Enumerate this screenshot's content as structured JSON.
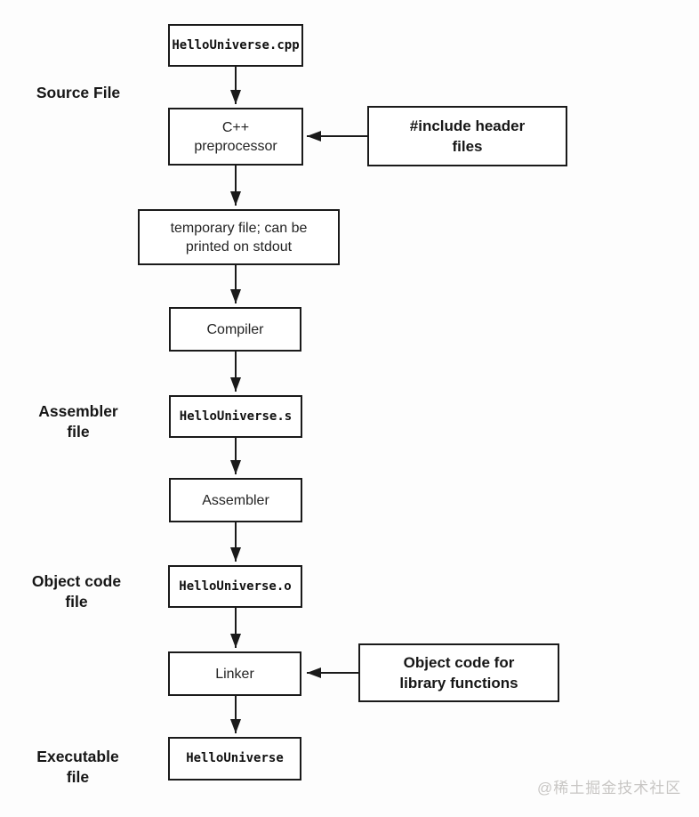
{
  "flowchart": {
    "nodes": {
      "source_cpp": {
        "lines": [
          "HelloUniverse.cpp"
        ]
      },
      "preprocessor": {
        "lines": [
          "C++",
          "preprocessor"
        ]
      },
      "include_headers": {
        "lines": [
          "#include header",
          "files"
        ]
      },
      "temp_file": {
        "lines": [
          "temporary file; can be",
          "printed on stdout"
        ]
      },
      "compiler": {
        "lines": [
          "Compiler"
        ]
      },
      "assembler_s": {
        "lines": [
          "HelloUniverse.s"
        ]
      },
      "assembler": {
        "lines": [
          "Assembler"
        ]
      },
      "object_o": {
        "lines": [
          "HelloUniverse.o"
        ]
      },
      "linker": {
        "lines": [
          "Linker"
        ]
      },
      "library_objects": {
        "lines": [
          "Object code for",
          "library functions"
        ]
      },
      "executable": {
        "lines": [
          "HelloUniverse"
        ]
      }
    },
    "stage_labels": {
      "source": {
        "lines": [
          "Source File"
        ]
      },
      "assembler": {
        "lines": [
          "Assembler",
          "file"
        ]
      },
      "object": {
        "lines": [
          "Object code",
          "file"
        ]
      },
      "executable": {
        "lines": [
          "Executable",
          "file"
        ]
      }
    },
    "colors": {
      "line": "#1a1a1a",
      "box_fill": "#ffffff",
      "watermark": "#c8c6c4"
    },
    "watermark": "@稀土掘金技术社区"
  }
}
